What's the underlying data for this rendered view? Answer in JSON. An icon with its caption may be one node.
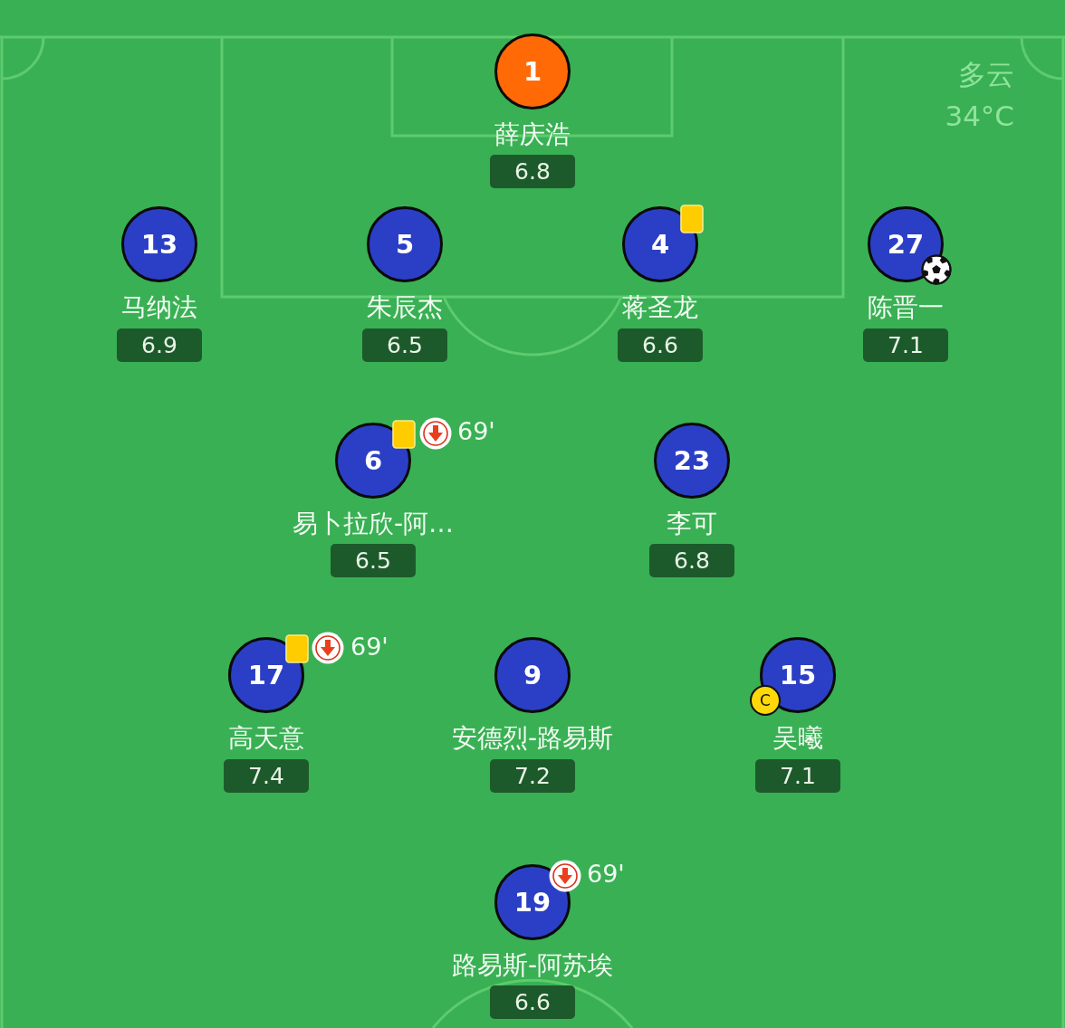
{
  "diagram": {
    "nodes": [
      {
        "text": [
          "1"
        ],
        "beside": [
          "薛庆浩"
        ]
      },
      {
        "text": [
          "6.8"
        ]
      },
      {
        "text": [
          "13"
        ],
        "beside": [
          "马纳法"
        ]
      },
      {
        "text": [
          "6.9"
        ]
      },
      {
        "text": [
          "5"
        ],
        "beside": [
          "朱辰杰"
        ]
      },
      {
        "text": [
          "6.5"
        ]
      },
      {
        "text": [
          "4"
        ],
        "beside": [
          "蒋圣龙"
        ]
      },
      {
        "text": [
          "6.6"
        ]
      },
      {
        "text": [
          "27"
        ],
        "beside": [
          "陈晋一"
        ]
      },
      {
        "text": [
          "7.1"
        ]
      },
      {
        "text": [
          "6"
        ],
        "beside": [
          "易卜拉欣-阿…",
          "69'"
        ]
      },
      {
        "text": [
          "6.5"
        ]
      },
      {
        "text": [
          "23"
        ],
        "beside": [
          "李可"
        ]
      },
      {
        "text": [
          "6.8"
        ]
      },
      {
        "text": [
          "17"
        ],
        "beside": [
          "高天意",
          "69'"
        ]
      },
      {
        "text": [
          "7.4"
        ]
      },
      {
        "text": [
          "9"
        ],
        "beside": [
          "安德烈-路易斯"
        ]
      },
      {
        "text": [
          "7.2"
        ]
      },
      {
        "text": [
          "15"
        ],
        "beside": [
          "吴曦"
        ]
      },
      {
        "text": [
          "C"
        ]
      },
      {
        "text": [
          "7.1"
        ]
      },
      {
        "text": [
          "19"
        ],
        "beside": [
          "路易斯-阿苏埃",
          "69'"
        ]
      },
      {
        "text": [
          "6.6"
        ]
      }
    ],
    "labels": [
      "多云",
      "34°C"
    ]
  }
}
